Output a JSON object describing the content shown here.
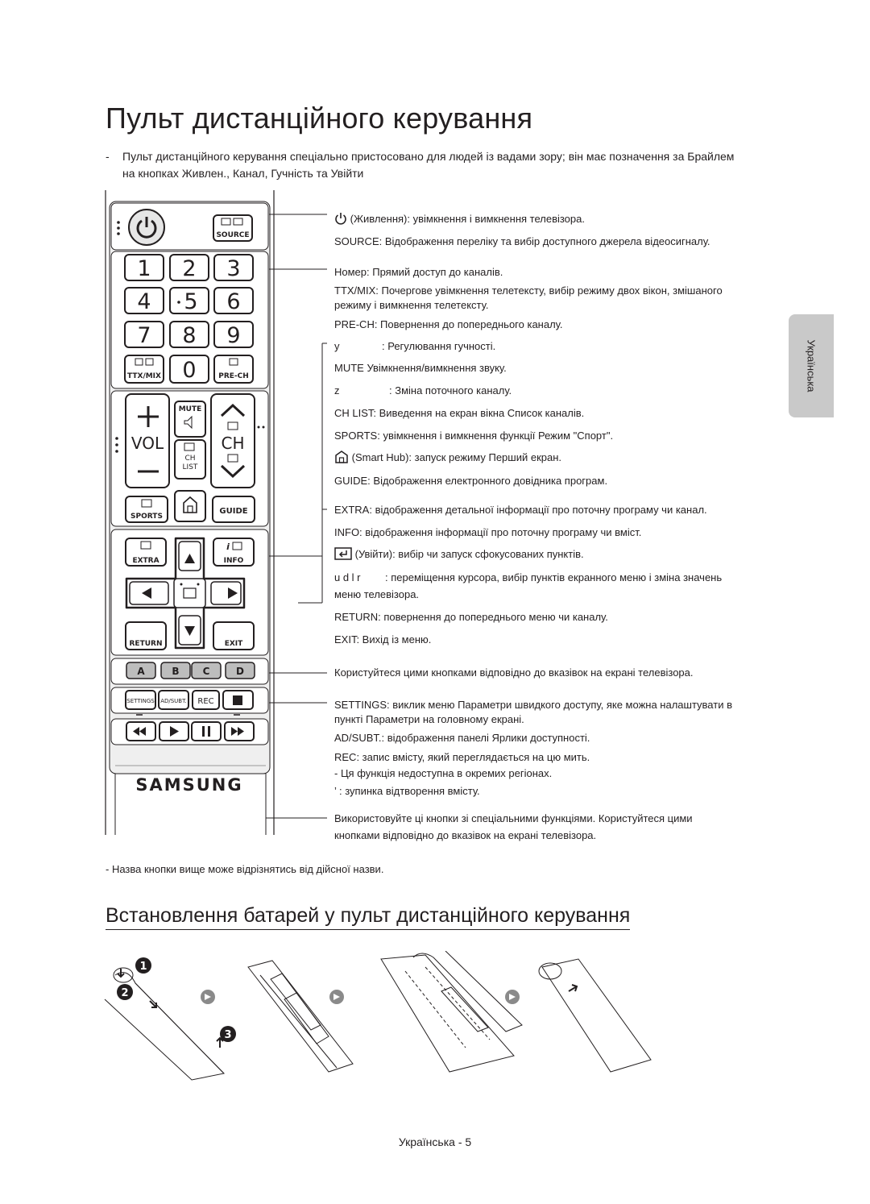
{
  "title": "Пульт дистанційного керування",
  "intro": {
    "dash": "-",
    "line1": "Пульт дистанційного керування спеціально пристосовано для людей із вадами зору; він має позначення за Брайлем",
    "line2": "на кнопках Живлен., Канал, Гучність та Увійти"
  },
  "remote": {
    "source": "SOURCE",
    "digits": [
      "1",
      "2",
      "3",
      "4",
      "5",
      "6",
      "7",
      "8",
      "9",
      "0"
    ],
    "ttx_mix": "TTX/MIX",
    "pre_ch": "PRE-CH",
    "vol": "VOL",
    "ch": "CH",
    "mute": "MUTE",
    "ch_list_1": "CH",
    "ch_list_2": "LIST",
    "sports": "SPORTS",
    "guide": "GUIDE",
    "extra": "EXTRA",
    "info": "INFO",
    "return": "RETURN",
    "exit": "EXIT",
    "colors": [
      "A",
      "B",
      "C",
      "D"
    ],
    "settings": "SETTINGS",
    "ad_subt": "AD/SUBT.",
    "rec": "REC",
    "brand": "SAMSUNG"
  },
  "descriptions": {
    "power": "(Живлення): увімкнення і вимкнення телевізора.",
    "source": "SOURCE: Відображення переліку та вибір доступного джерела відеосигналу.",
    "number": "Номер: Прямий доступ до каналів.",
    "ttx1": "TTX/MIX: Почергове увімкнення телетексту, вибір режиму двох вікон, змішаного",
    "ttx2": "режиму і вимкнення телетексту.",
    "prech": "PRE-CH: Повернення до попереднього каналу.",
    "vol_key": "y",
    "vol": ": Регулювання гучності.",
    "mute": "MUTE Увімкнення/вимкнення звуку.",
    "ch_key": "z",
    "ch": ": Зміна поточного каналу.",
    "chlist": "CH LIST:  Виведення на екран вікна Список каналів.",
    "sports": "SPORTS: увімкнення і вимкнення функції Режим \"Спорт\".",
    "smarthub": "(Smart Hub): запуск режиму Перший екран.",
    "guide": "GUIDE: Відображення електронного довідника програм.",
    "extra": "EXTRA: відображення детальної інформації про поточну програму чи канал.",
    "info": "INFO: відображення інформації про поточну програму чи вміст.",
    "enter": "(Увійти): вибір чи запуск сфокусованих пунктів.",
    "udlr_keys": "u  d  l  r",
    "udlr1": ": переміщення курсора, вибір пунктів екранного меню і зміна значень",
    "udlr2": "меню телевізора.",
    "return": "RETURN: повернення до попереднього меню чи каналу.",
    "exit": "EXIT: Вихід із меню.",
    "color": "Користуйтеся цими кнопками відповідно до вказівок на екрані телевізора.",
    "settings1": "SETTINGS: виклик меню Параметри швидкого доступу, яке можна налаштувати в",
    "settings2": "пункті Параметри на головному екрані.",
    "adsubt": "AD/SUBT.: відображення панелі Ярлики доступності.",
    "rec": "REC: запис вмісту, який переглядається на цю мить.",
    "rec_note": "-   Ця функція недоступна в окремих регіонах.",
    "stop": "’  : зупинка відтворення вмісту.",
    "media1": "Використовуйте ці кнопки зі спеціальними функціями. Користуйтеся цими",
    "media2": "кнопками відповідно до вказівок на екрані телевізора."
  },
  "side_tab": "Українська",
  "footnote": "-   Назва кнопки вище може відрізнятись від дійсної назви.",
  "subtitle": "Встановлення батарей у пульт дистанційного керування",
  "steps": [
    "1",
    "2",
    "3"
  ],
  "page_number": "Українська - 5"
}
